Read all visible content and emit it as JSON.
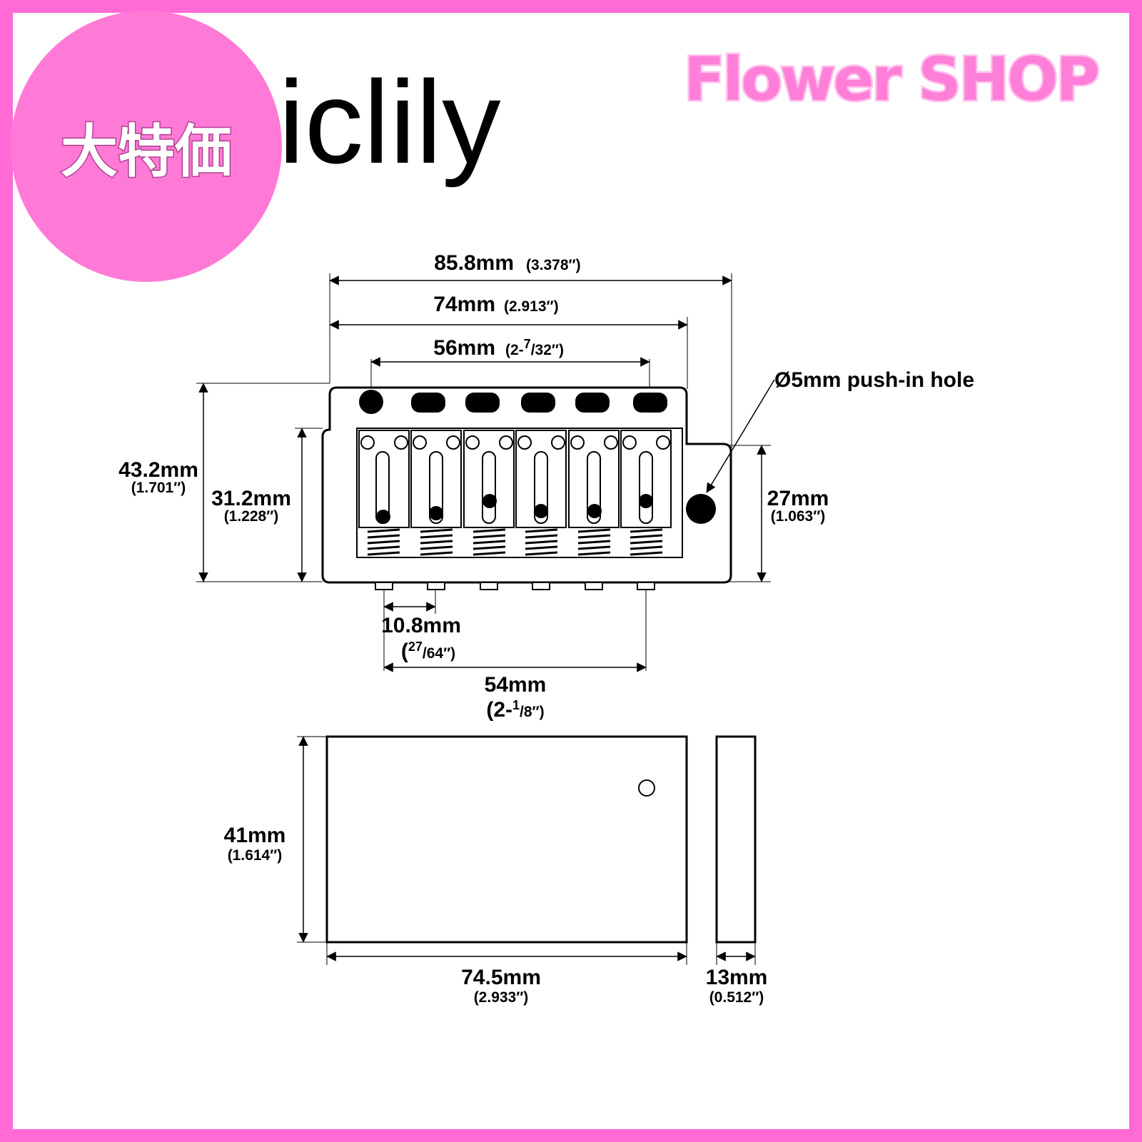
{
  "header": {
    "shop_title": "Flower SHOP",
    "badge_text": "大特価",
    "brand_name": "iclily"
  },
  "bridge_top": {
    "overall_width": {
      "mm": "85.8mm",
      "inch": "(3.378″)"
    },
    "plate_width": {
      "mm": "74mm",
      "inch": "(2.913″)"
    },
    "hole_spacing": {
      "mm": "56mm",
      "inch_prefix": "(2-",
      "inch_num": "7",
      "inch_den": "/32″)"
    },
    "push_in_hole": "Ø5mm push-in hole",
    "total_height": {
      "mm": "43.2mm",
      "inch": "(1.701″)"
    },
    "block_height": {
      "mm": "31.2mm",
      "inch": "(1.228″)"
    },
    "side_height": {
      "mm": "27mm",
      "inch": "(1.063″)"
    },
    "saddle_spacing": {
      "mm": "10.8mm",
      "inch_prefix": "(",
      "inch_num": "27",
      "inch_den": "/64″)"
    },
    "string_spread": {
      "mm": "54mm",
      "inch_prefix": "(2-",
      "inch_num": "1",
      "inch_den": "/8″)"
    }
  },
  "block": {
    "height": {
      "mm": "41mm",
      "inch": "(1.614″)"
    },
    "width": {
      "mm": "74.5mm",
      "inch": "(2.933″)"
    },
    "depth": {
      "mm": "13mm",
      "inch": "(0.512″)"
    }
  },
  "colors": {
    "frame": "#ff6ad5",
    "accent": "#ff7fd8",
    "badge": "#ff7ad6"
  }
}
